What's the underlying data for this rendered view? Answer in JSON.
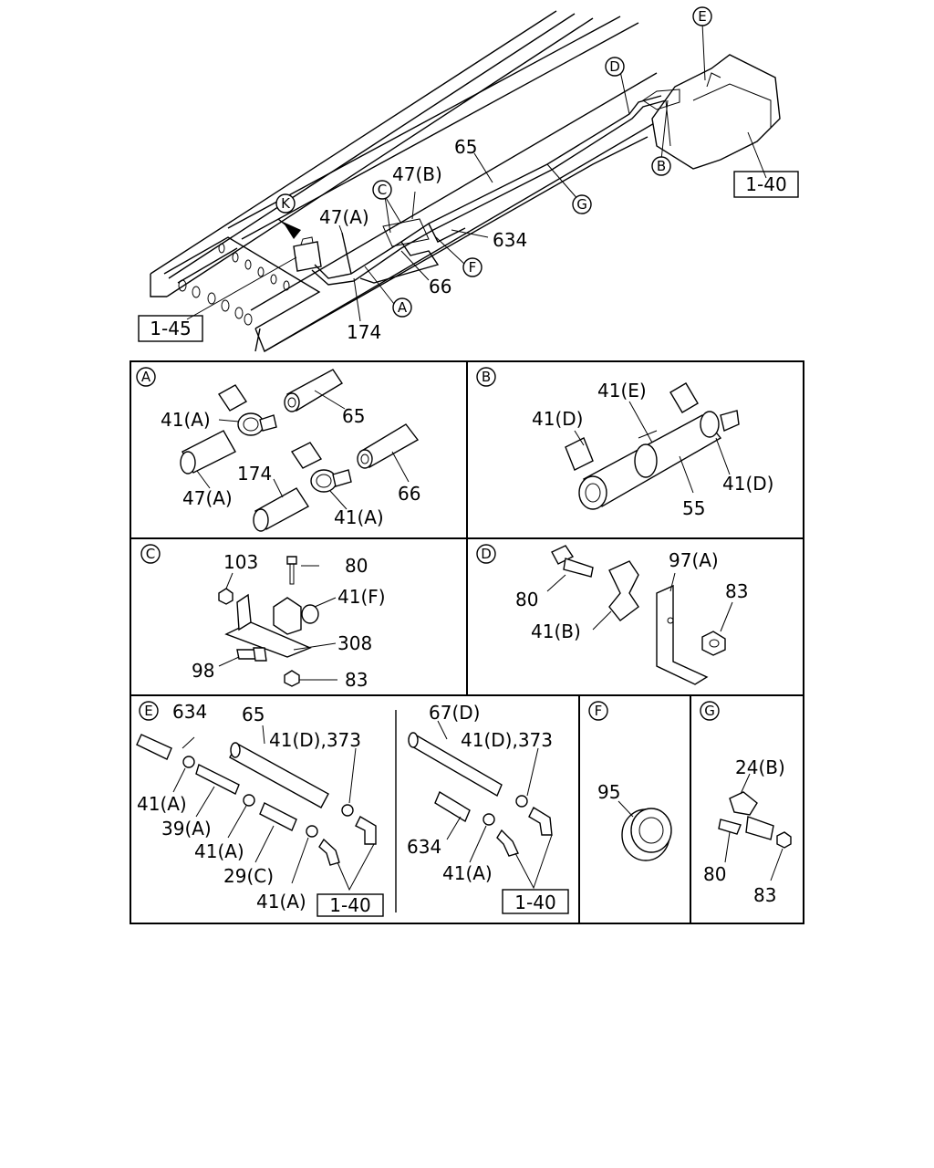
{
  "overview": {
    "markers": {
      "E": "E",
      "D": "D",
      "B": "B",
      "C": "C",
      "G": "G",
      "F": "F",
      "A": "A",
      "K": "K"
    },
    "labels": {
      "p65": "65",
      "p47b": "47(B)",
      "p47a": "47(A)",
      "p634": "634",
      "p66": "66",
      "p174": "174"
    },
    "refs": {
      "r140": "1-40",
      "r145": "1-45"
    }
  },
  "panel_a": {
    "marker": "A",
    "l41a_1": "41(A)",
    "l65": "65",
    "l174": "174",
    "l47a": "47(A)",
    "l41a_2": "41(A)",
    "l66": "66"
  },
  "panel_b": {
    "marker": "B",
    "l41e": "41(E)",
    "l41d_1": "41(D)",
    "l41d_2": "41(D)",
    "l55": "55"
  },
  "panel_c": {
    "marker": "C",
    "l103": "103",
    "l80": "80",
    "l41f": "41(F)",
    "l308": "308",
    "l98": "98",
    "l83": "83"
  },
  "panel_d": {
    "marker": "D",
    "l97a": "97(A)",
    "l80": "80",
    "l83": "83",
    "l41b": "41(B)"
  },
  "panel_e": {
    "marker": "E",
    "l634": "634",
    "l65": "65",
    "l41d373": "41(D),373",
    "l41a_1": "41(A)",
    "l39a": "39(A)",
    "l41a_2": "41(A)",
    "l29c": "29(C)",
    "l41a_3": "41(A)",
    "ref": "1-40",
    "l67d": "67(D)",
    "l41d373_b": "41(D),373",
    "l634_b": "634",
    "l41a_b": "41(A)",
    "ref_b": "1-40"
  },
  "panel_f": {
    "marker": "F",
    "l95": "95"
  },
  "panel_g": {
    "marker": "G",
    "l24b": "24(B)",
    "l80": "80",
    "l83": "83"
  }
}
